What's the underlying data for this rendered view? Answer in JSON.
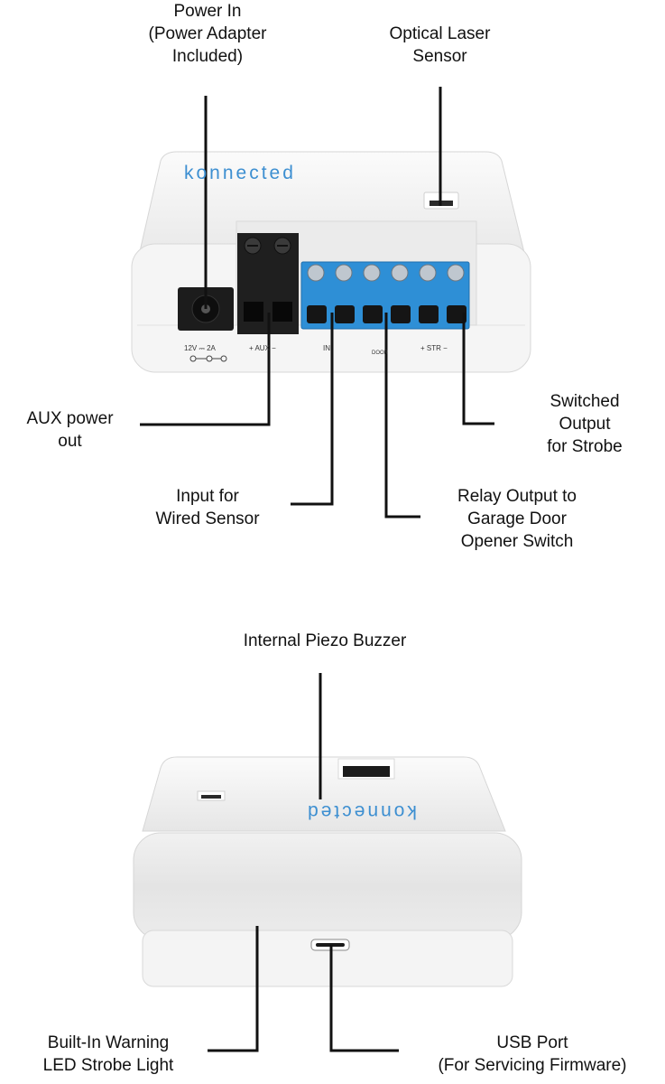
{
  "diagram_top": {
    "brand": "konnected",
    "callouts": {
      "power_in": [
        "Power In",
        "(Power Adapter",
        "Included)"
      ],
      "optical_laser": [
        "Optical Laser",
        "Sensor"
      ],
      "aux_power": [
        "AUX power",
        "out"
      ],
      "switched_output": [
        "Switched",
        "Output",
        "for Strobe"
      ],
      "wired_sensor": [
        "Input for",
        "Wired Sensor"
      ],
      "relay_output": [
        "Relay Output to",
        "Garage Door",
        "Opener Switch"
      ]
    },
    "terminal_labels": {
      "power_rating": "12V ⎓ 2A",
      "aux": "+ AUX −",
      "in": "IN",
      "door": "DOOR",
      "str": "+ STR −"
    }
  },
  "diagram_bottom": {
    "brand": "konnected",
    "callouts": {
      "buzzer": [
        "Internal Piezo Buzzer"
      ],
      "strobe": [
        "Built-In Warning",
        "LED Strobe Light"
      ],
      "usb": [
        "USB Port",
        "(For Servicing Firmware)"
      ]
    }
  },
  "colors": {
    "terminal_blue": "#2e8fd6",
    "brand_blue": "#3d8fd1",
    "case_white": "#f2f2f2",
    "leader_line": "#111111"
  }
}
